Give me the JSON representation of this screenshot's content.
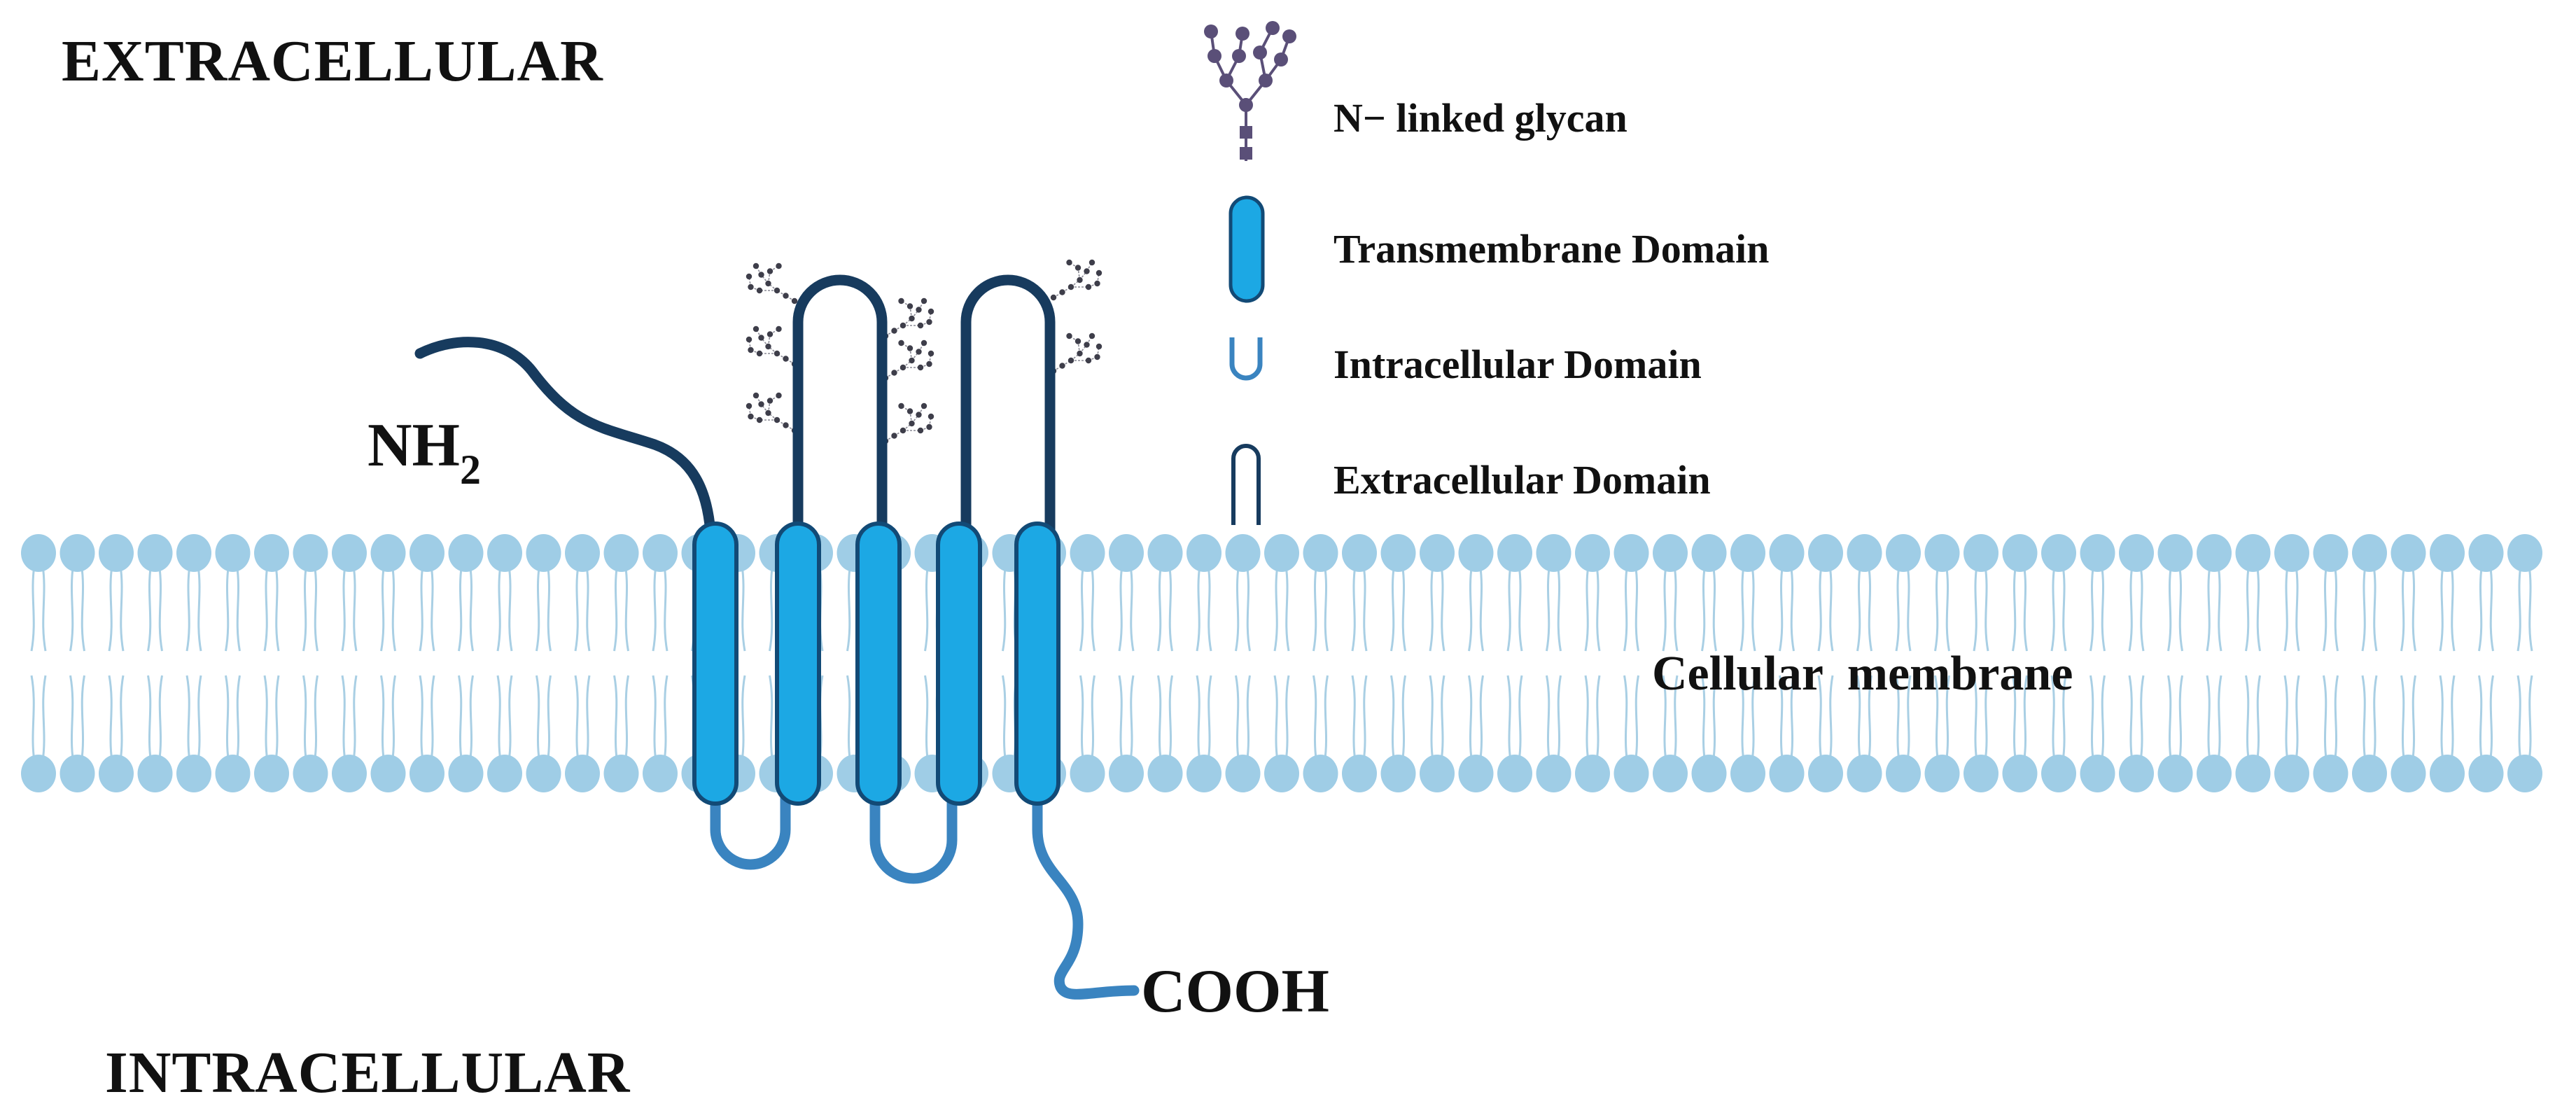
{
  "labels": {
    "extracellular": "EXTRACELLULAR",
    "intracellular": "INTRACELLULAR",
    "nh2_main": "NH",
    "nh2_sub": "2",
    "cooh": "COOH",
    "membrane": "Cellular  membrane"
  },
  "legend": {
    "glycan": "N− linked glycan",
    "transmembrane": "Transmembrane Domain",
    "intracellular": "Intracellular Domain",
    "extracellular": "Extracellular Domain"
  },
  "colors": {
    "transmembrane_fill": "#1ca8e4",
    "transmembrane_stroke": "#124a76",
    "extracellular_loop": "#173b5e",
    "intracellular_loop": "#3a84c0",
    "membrane_head": "#9fcde6",
    "membrane_tail": "#a9cfe4",
    "glycan_node": "#5a4f78",
    "glycan_node_small": "#3e3e4a"
  },
  "icons": {
    "glycan": "n-linked-glycan-icon",
    "transmembrane": "transmembrane-helix-icon",
    "intracellular": "u-loop-icon",
    "extracellular": "n-loop-icon"
  }
}
